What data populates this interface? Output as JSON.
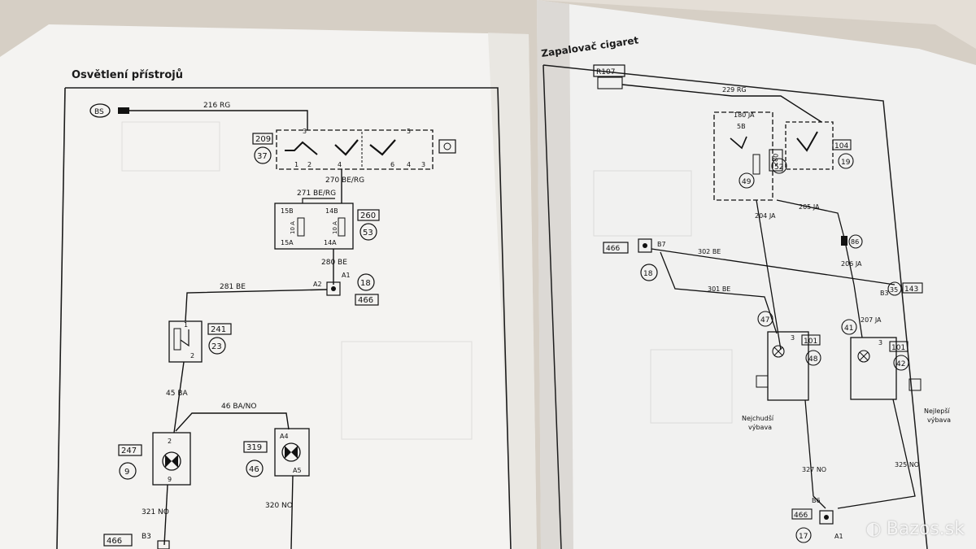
{
  "left_page": {
    "title": "Osvětlení přístrojů",
    "wires": {
      "w216": "216 RG",
      "w270": "270 BE/RG",
      "w271": "271 BE/RG",
      "w280": "280 BE",
      "w281": "281 BE",
      "w45": "45 BA",
      "w46": "46 BA/NO",
      "w321": "321 NO",
      "w320": "320 NO"
    },
    "boxes": {
      "b209": "209",
      "b260": "260",
      "b241": "241",
      "b247": "247",
      "b319": "319",
      "b466": "466",
      "b466b": "466"
    },
    "circles": {
      "c37": "37",
      "c53": "53",
      "c18": "18",
      "c23": "23",
      "c9": "9",
      "c46": "46"
    },
    "pins": {
      "bs": "BS",
      "p3": "3",
      "p1": "1",
      "p2": "2",
      "p4": "4",
      "p6": "6",
      "p5": "5",
      "p4b": "4",
      "p3b": "3",
      "f15b": "15B",
      "f14b": "14B",
      "f15a": "15A",
      "f14a": "14A",
      "f10a1": "10 A",
      "f10a2": "10 A",
      "a1": "A1",
      "a2": "A2",
      "r1": "1",
      "r2": "2",
      "l2": "2",
      "l9": "9",
      "a4": "A4",
      "a5": "A5",
      "b3": "B3"
    }
  },
  "right_page": {
    "title": "Zapalovač cigaret",
    "wires": {
      "w229": "229 RG",
      "w180": "180 JA",
      "w204": "204 JA",
      "w205": "205 JA",
      "w302": "302 BE",
      "w301": "301 BE",
      "w206": "206 JA",
      "w207": "207 JA",
      "w327": "327 NO",
      "w325": "325 NO"
    },
    "boxes": {
      "r107": "R107",
      "b280": "280",
      "b104": "104",
      "b466": "466",
      "b143": "143",
      "b101a": "101",
      "b101b": "101",
      "b466b": "466"
    },
    "circles": {
      "c49": "49",
      "c52": "52",
      "c19": "19",
      "c18": "18",
      "c35": "35",
      "c47": "47",
      "c41": "41",
      "c48": "48",
      "c42": "42",
      "c17": "17",
      "c86": "86"
    },
    "pins": {
      "b7": "B7",
      "b3": "B3",
      "b6": "B6",
      "a1": "A1",
      "p5b": "5B",
      "p3a": "3",
      "p3b": "3"
    },
    "notes": {
      "n1a": "Nejchudší",
      "n1b": "výbava",
      "n2a": "Nejlepší",
      "n2b": "výbava"
    }
  },
  "watermark": {
    "text": "Bazos.sk"
  }
}
